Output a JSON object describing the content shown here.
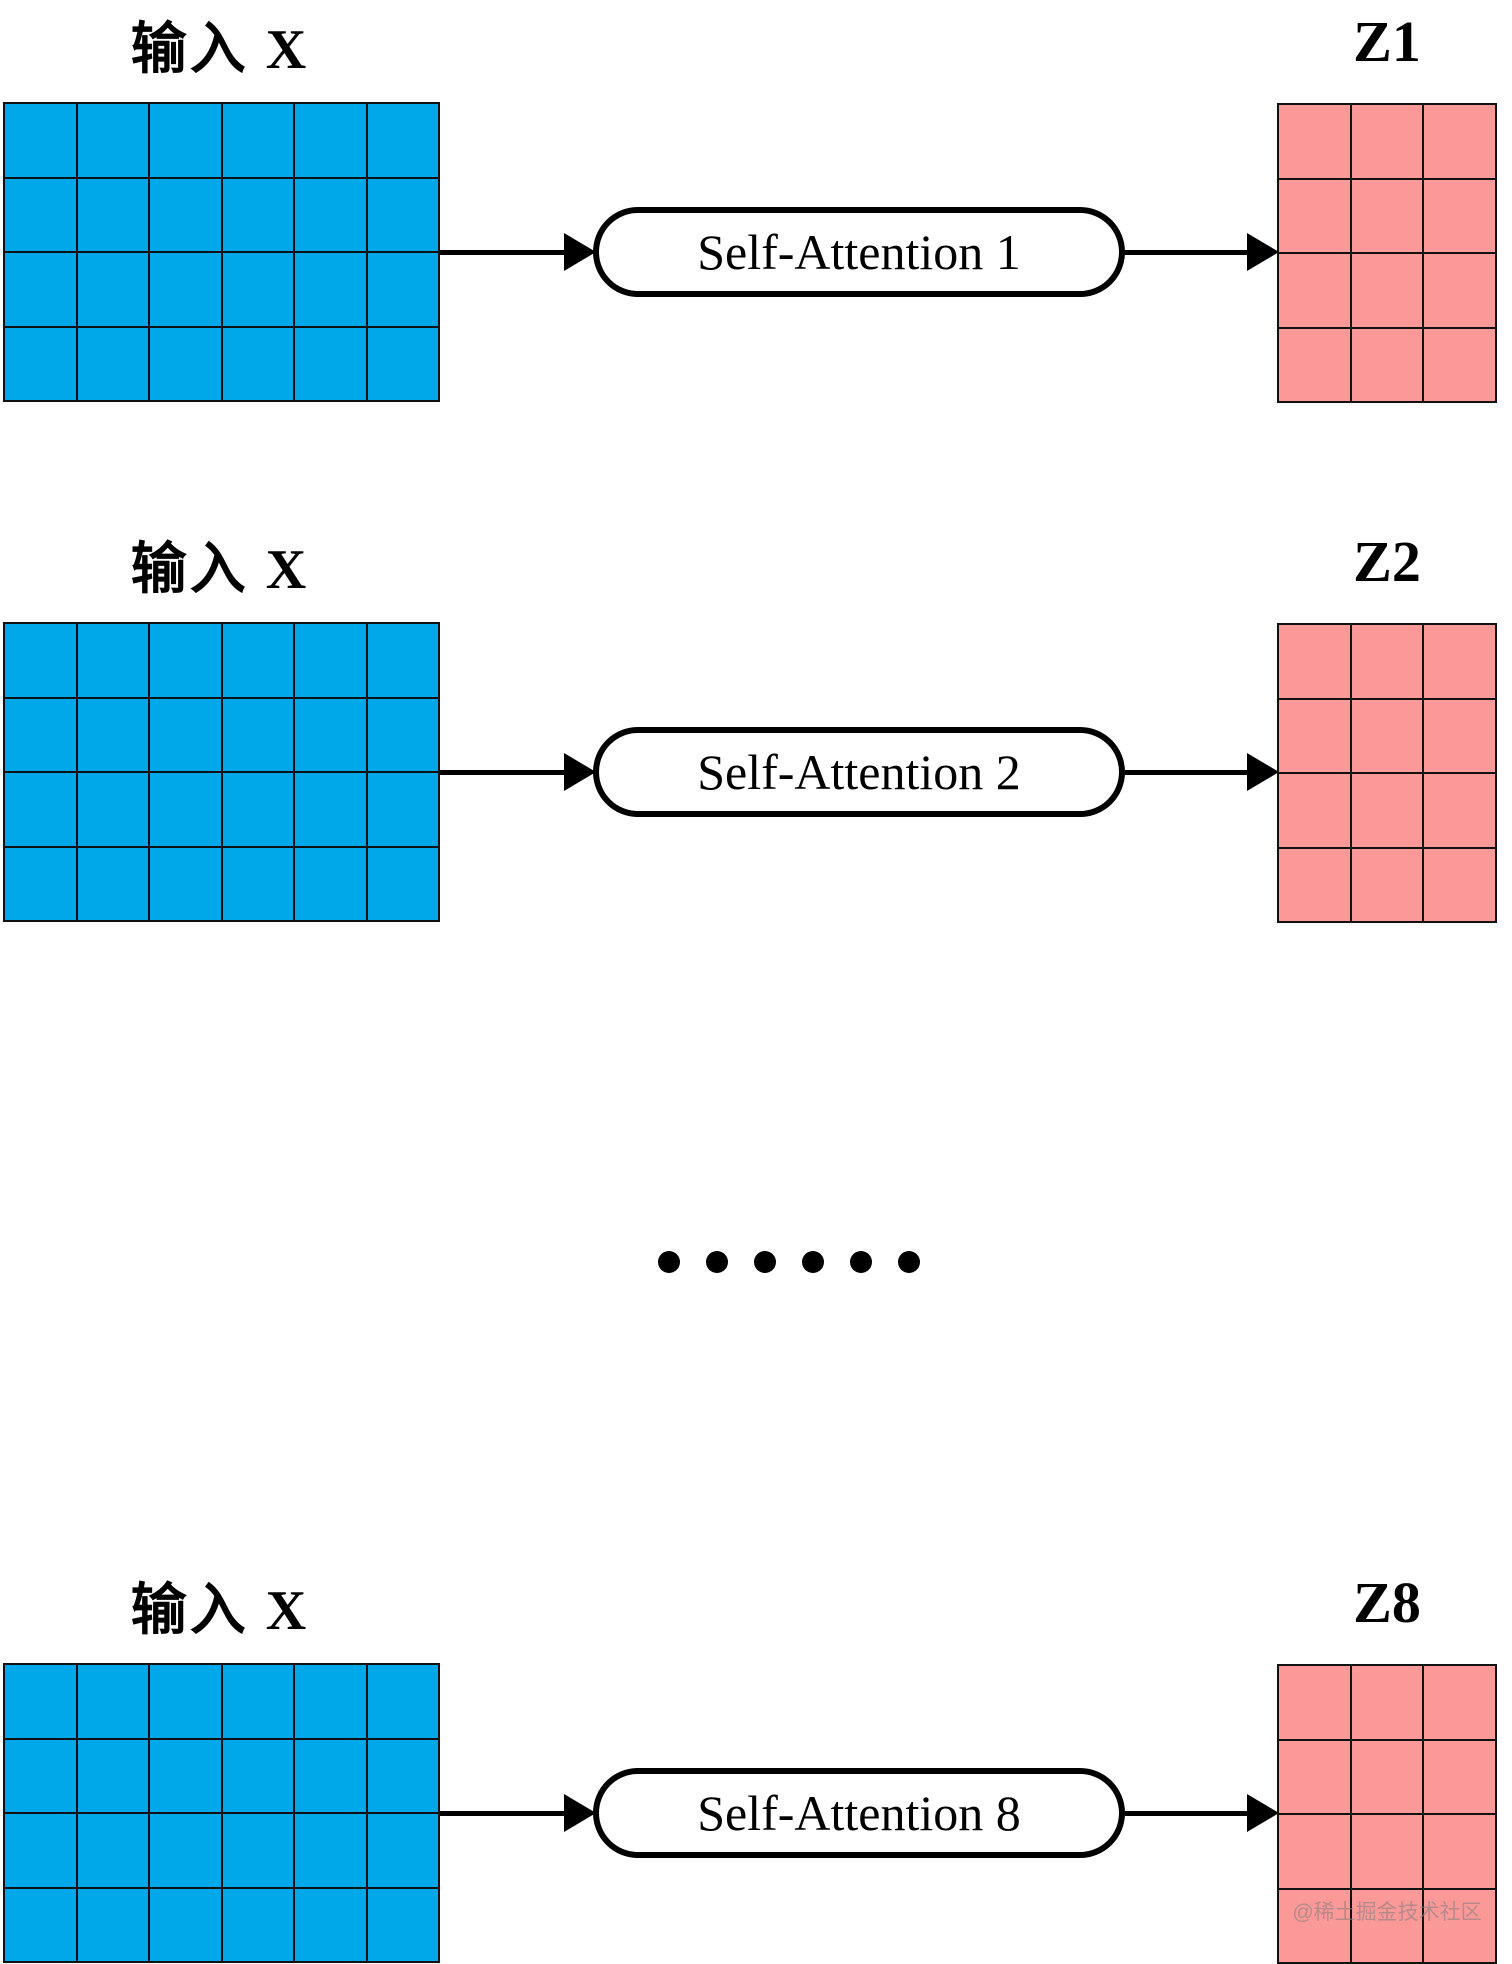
{
  "colors": {
    "input_matrix": "#00A8EA",
    "output_matrix": "#FB9999",
    "grid_border": "#111111",
    "pill_border": "#000000",
    "pill_fill": "#ffffff",
    "arrow": "#000000",
    "watermark": "#8D7F80"
  },
  "rows": [
    {
      "input_label": "输入 X",
      "pill_label": "Self-Attention 1",
      "output_label": "Z1",
      "input_grid": {
        "rows": 4,
        "cols": 6
      },
      "output_grid": {
        "rows": 4,
        "cols": 3
      }
    },
    {
      "input_label": "输入 X",
      "pill_label": "Self-Attention 2",
      "output_label": "Z2",
      "input_grid": {
        "rows": 4,
        "cols": 6
      },
      "output_grid": {
        "rows": 4,
        "cols": 3
      }
    },
    {
      "input_label": "输入 X",
      "pill_label": "Self-Attention 8",
      "output_label": "Z8",
      "input_grid": {
        "rows": 4,
        "cols": 6
      },
      "output_grid": {
        "rows": 4,
        "cols": 3
      }
    }
  ],
  "ellipsis": {
    "dot_count": 6
  },
  "watermark": {
    "text": "@稀土掘金技术社区"
  }
}
